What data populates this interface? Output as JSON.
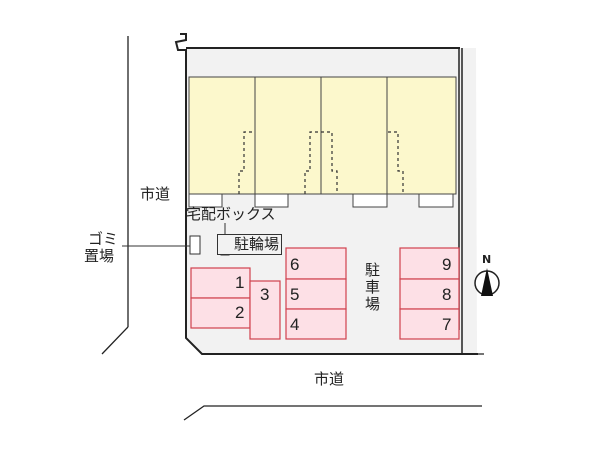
{
  "labels": {
    "road_left": "市道",
    "road_bottom": "市道",
    "delivery_box": "宅配ボックス",
    "garbage_line1": "ゴミ",
    "garbage_line2": "置場",
    "bicycle_parking": "駐輪場",
    "parking": "駐車場",
    "compass_north": "N"
  },
  "colors": {
    "site_fill": "#f2f2f2",
    "building_fill": "#fcf8cc",
    "parking_fill": "#fde0e6",
    "parking_stroke": "#d0414e",
    "outline": "#222222"
  },
  "buildings": {
    "units": 4
  },
  "parking_spaces": [
    {
      "id": "1",
      "label": "1"
    },
    {
      "id": "2",
      "label": "2"
    },
    {
      "id": "3",
      "label": "3"
    },
    {
      "id": "4",
      "label": "4"
    },
    {
      "id": "5",
      "label": "5"
    },
    {
      "id": "6",
      "label": "6"
    },
    {
      "id": "7",
      "label": "7"
    },
    {
      "id": "8",
      "label": "8"
    },
    {
      "id": "9",
      "label": "9"
    }
  ]
}
